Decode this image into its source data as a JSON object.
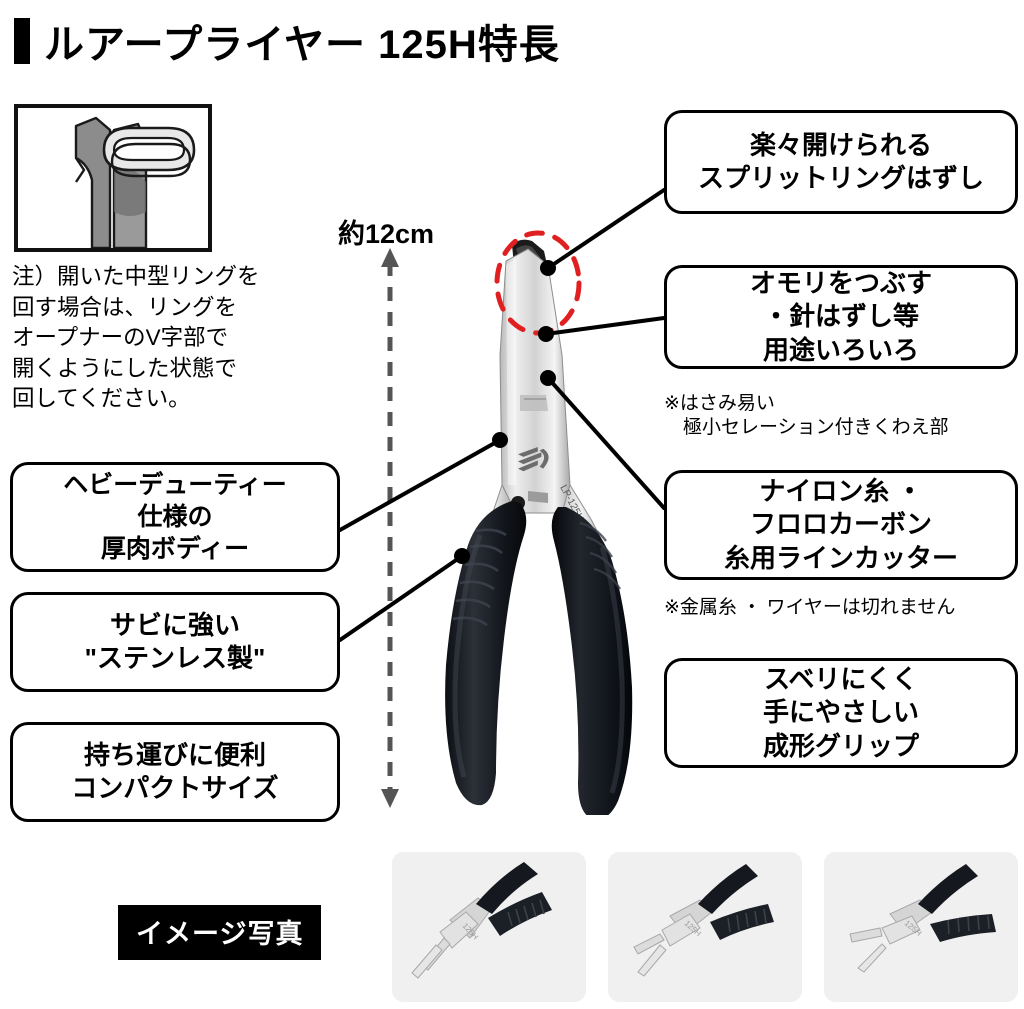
{
  "title": {
    "text": "ルアープライヤー 125H特長",
    "accent_color": "#000000"
  },
  "note_panel": {
    "figure_caption_icon": "pliers-split-ring-illustration",
    "lines": [
      "注）開いた中型リングを",
      "回す場合は、リングを",
      "オープナーのV字部で",
      "開くようにした状態で",
      "回してください。"
    ]
  },
  "measurement": {
    "label": "約12cm",
    "style": "dashed-double-arrow",
    "color": "#555555"
  },
  "product": {
    "brand_logo": "daiwa-logo",
    "model_marking": "LP-125H",
    "highlight_color": "#e02020",
    "highlight_shape": "red-dashed-circle"
  },
  "callouts_left": [
    {
      "lines": [
        "ヘビーデューティー",
        "仕様の",
        "厚肉ボディー"
      ]
    },
    {
      "lines": [
        "サビに強い",
        "\"ステンレス製\""
      ]
    },
    {
      "lines": [
        "持ち運びに便利",
        "コンパクトサイズ"
      ]
    }
  ],
  "callouts_right": [
    {
      "lines": [
        "楽々開けられる",
        "スプリットリングはずし"
      ]
    },
    {
      "lines": [
        "オモリをつぶす",
        "・針はずし等",
        "用途いろいろ"
      ]
    },
    {
      "lines": [
        "ナイロン糸 ・",
        "フロロカーボン",
        "糸用ラインカッター"
      ]
    },
    {
      "lines": [
        "スベリにくく",
        "手にやさしい",
        "成形グリップ"
      ]
    }
  ],
  "sub_notes": [
    {
      "lines": [
        "※はさみ易い",
        "　極小セレーション付きくわえ部"
      ]
    },
    {
      "lines": [
        "※金属糸 ・ ワイヤーは切れません"
      ]
    }
  ],
  "image_section": {
    "label": "イメージ写真",
    "thumbnails": [
      {
        "alt": "pliers-photo-open-wide"
      },
      {
        "alt": "pliers-photo-open-medium"
      },
      {
        "alt": "pliers-photo-open-narrow"
      }
    ]
  }
}
